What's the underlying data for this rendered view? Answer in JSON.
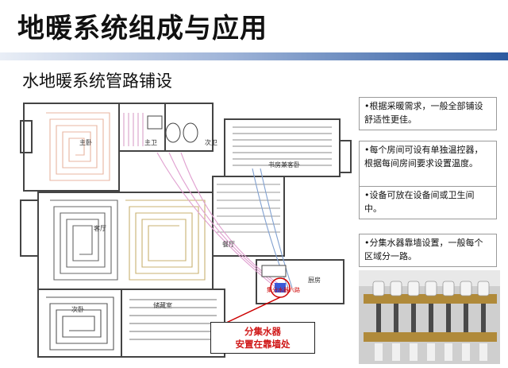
{
  "header": {
    "title": "地暖系统组成与应用"
  },
  "section": {
    "subtitle": "水地暖系统管路铺设"
  },
  "floor_plan": {
    "rooms": {
      "master_bedroom": "主卧",
      "master_bath": "主卫",
      "guest_bath": "次卫",
      "study": "书房兼客卧",
      "living_room": "客厅",
      "dining_room": "餐厅",
      "kitchen": "厨房",
      "second_bedroom": "次卧",
      "storage": "储藏室"
    },
    "manifold_label": "集分水器六路",
    "callout": {
      "line1": "分集水器",
      "line2": "安置在靠墙处"
    }
  },
  "notes": [
    {
      "text": "•根据采暖需求，一般全部铺设舒适性更佳。"
    },
    {
      "text": "•每个房间可设有单独温控器，根据每间房间要求设置温度。"
    },
    {
      "text": "•设备可放在设备间或卫生间中。"
    },
    {
      "text": "•分集水器靠墙设置，一般每个区域分一路。"
    }
  ],
  "colors": {
    "accent": "#2c5aa0",
    "callout_text": "#d01818"
  },
  "icons": {
    "photo": "manifold-photo"
  }
}
